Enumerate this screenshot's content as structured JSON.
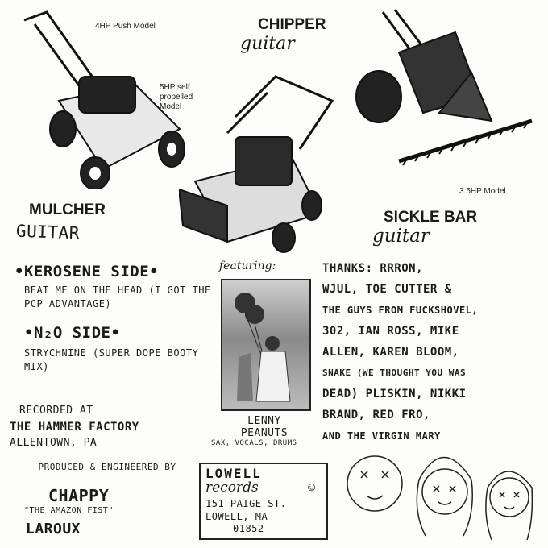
{
  "mowers": {
    "push_model": "4HP Push Model",
    "self_propelled": "5HP self propelled Model",
    "mulcher_title": "MULCHER",
    "mulcher_sub": "GUITAR",
    "chipper_title": "CHIPPER",
    "chipper_sub": "guitar",
    "sickle_model": "3.5HP Model",
    "sickle_title": "SICKLE BAR",
    "sickle_sub": "guitar"
  },
  "tracks": {
    "side1_title": "•KEROSENE SIDE•",
    "side1_song": "BEAT ME ON THE HEAD (I GOT THE PCP ADVANTAGE)",
    "side2_title": "•N₂O SIDE•",
    "side2_song": "STRYCHNINE (SUPER DOPE BOOTY MIX)"
  },
  "recording": {
    "line1": "RECORDED AT",
    "line2": "THE HAMMER FACTORY",
    "line3": "ALLENTOWN, PA"
  },
  "producer": {
    "line1": "PRODUCED & ENGINEERED BY",
    "name": "CHAPPY",
    "nickname": "\"THE AMAZON FIST\"",
    "surname": "LAROUX"
  },
  "featuring": {
    "label": "featuring:",
    "name": "LENNY PEANUTS",
    "roles": "SAX, VOCALS, DRUMS"
  },
  "label_box": {
    "name": "LOWELL",
    "records": "records",
    "street": "151 PAIGE ST.",
    "city": "LOWELL, MA",
    "zip": "01852"
  },
  "thanks": {
    "lines": [
      "THANKS: RRRON,",
      "WJUL, TOE CUTTER &",
      "THE GUYS FROM FUCKSHOVEL,",
      "302, IAN ROSS, MIKE",
      "ALLEN, KAREN BLOOM,",
      "SNAKE (WE THOUGHT YOU WAS",
      "DEAD) PLISKIN, NIKKI",
      "BRAND, RED FRO,",
      "AND THE VIRGIN MARY"
    ]
  }
}
